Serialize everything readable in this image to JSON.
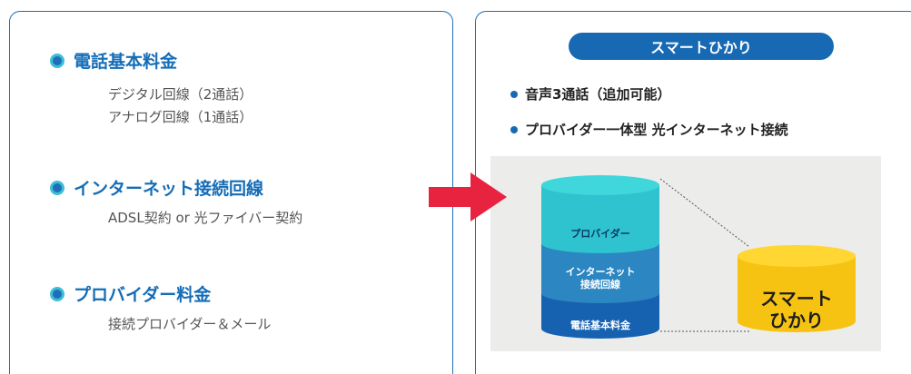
{
  "left": {
    "sections": [
      {
        "title": "電話基本料金",
        "lines": [
          "デジタル回線（2通話）",
          "アナログ回線（1通話）"
        ]
      },
      {
        "title": "インターネット接続回線",
        "lines": [
          "ADSL契約 or 光ファイバー契約"
        ]
      },
      {
        "title": "プロバイダー料金",
        "lines": [
          "接続プロバイダー＆メール"
        ]
      }
    ]
  },
  "right": {
    "pill_label": "スマートひかり",
    "features": [
      "音声3通話（追加可能）",
      "プロバイダー一体型 光インターネット接続"
    ],
    "stack": {
      "top": "プロバイダー",
      "middle_line1": "インターネット",
      "middle_line2": "接続回線",
      "bottom": "電話基本料金"
    },
    "result_line1": "スマート",
    "result_line2": "ひかり"
  },
  "colors": {
    "accent_blue": "#1769b4",
    "cyan": "#2ec3cf",
    "steel_blue": "#2b86c2",
    "navy": "#1762b0",
    "yellow": "#f7c312",
    "arrow_red": "#e8233f"
  }
}
